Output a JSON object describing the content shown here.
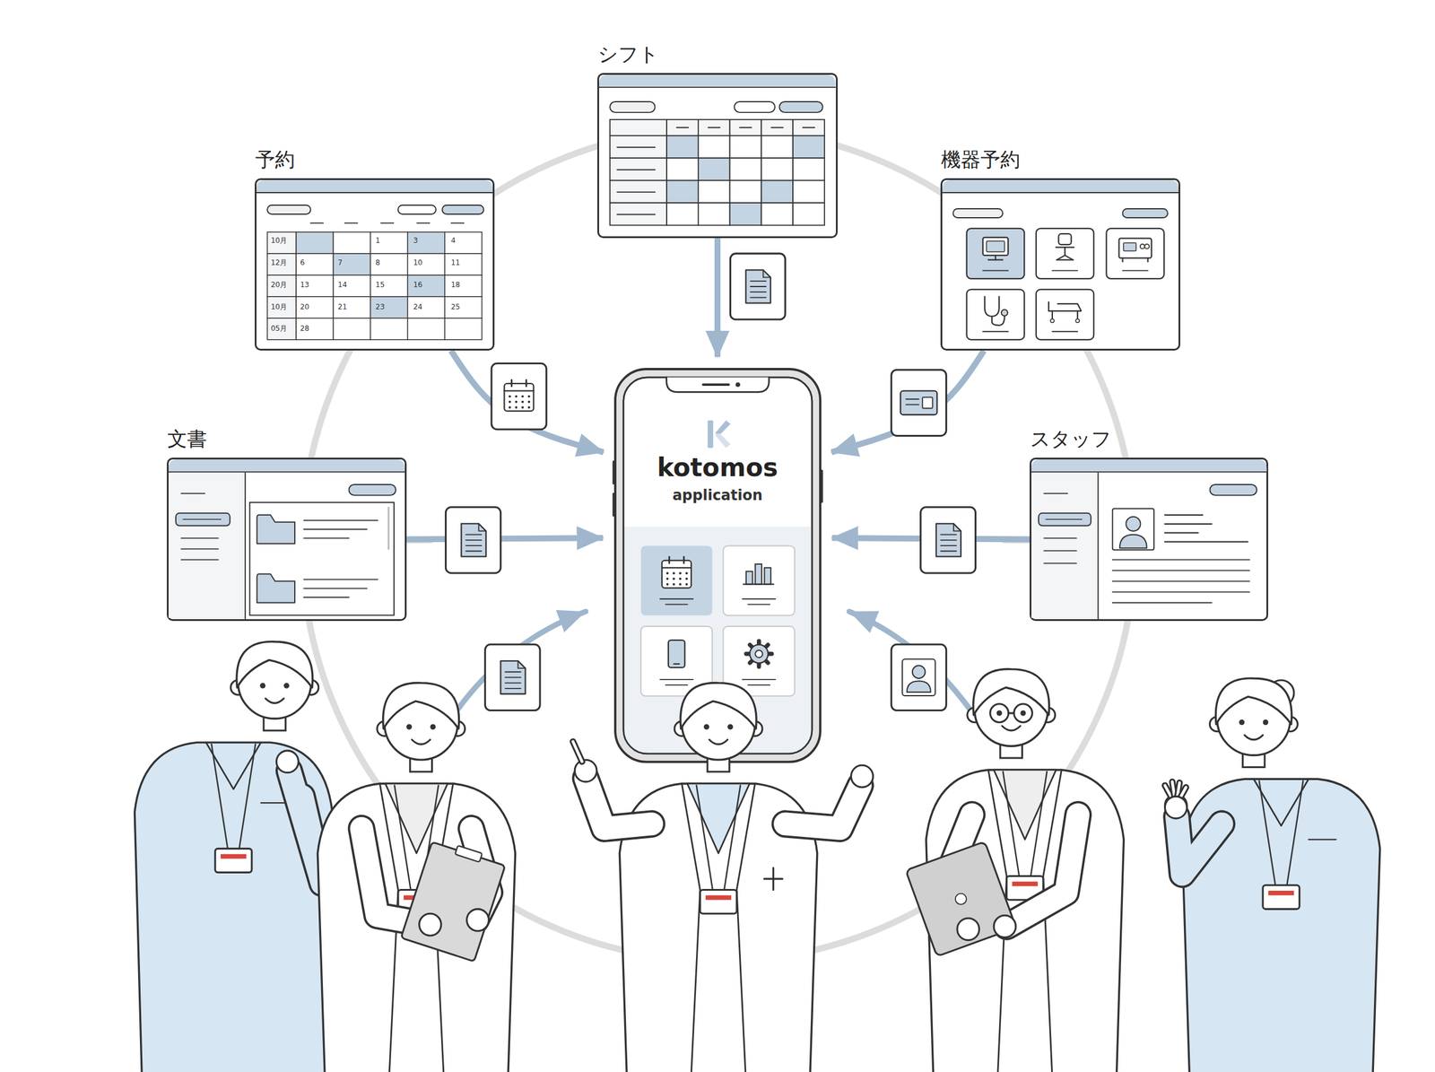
{
  "diagram": {
    "nodes": [
      {
        "text": [
          "シフト"
        ]
      },
      {
        "text": [
          "予約"
        ]
      },
      {
        "text": [
          "機器予約"
        ]
      },
      {
        "text": [
          "文書"
        ]
      },
      {
        "text": [
          "kotomos",
          "application"
        ]
      },
      {
        "text": [
          "スタッフ"
        ]
      }
    ],
    "edges": [
      {
        "from": 0,
        "to": 4,
        "arrow": "to"
      },
      {
        "from": 1,
        "to": 4,
        "arrow": "to"
      },
      {
        "from": 2,
        "to": 4,
        "arrow": "to"
      },
      {
        "from": 3,
        "to": 4,
        "arrow": "to"
      },
      {
        "from": 5,
        "to": 4,
        "arrow": "to"
      }
    ],
    "labels": [
      "10月",
      "1",
      "3",
      "4",
      "12月",
      "6",
      "7",
      "8",
      "10",
      "11",
      "20月",
      "13",
      "14",
      "15",
      "16",
      "18",
      "10月",
      "20",
      "21",
      "23",
      "24",
      "25",
      "05月",
      "28"
    ]
  }
}
